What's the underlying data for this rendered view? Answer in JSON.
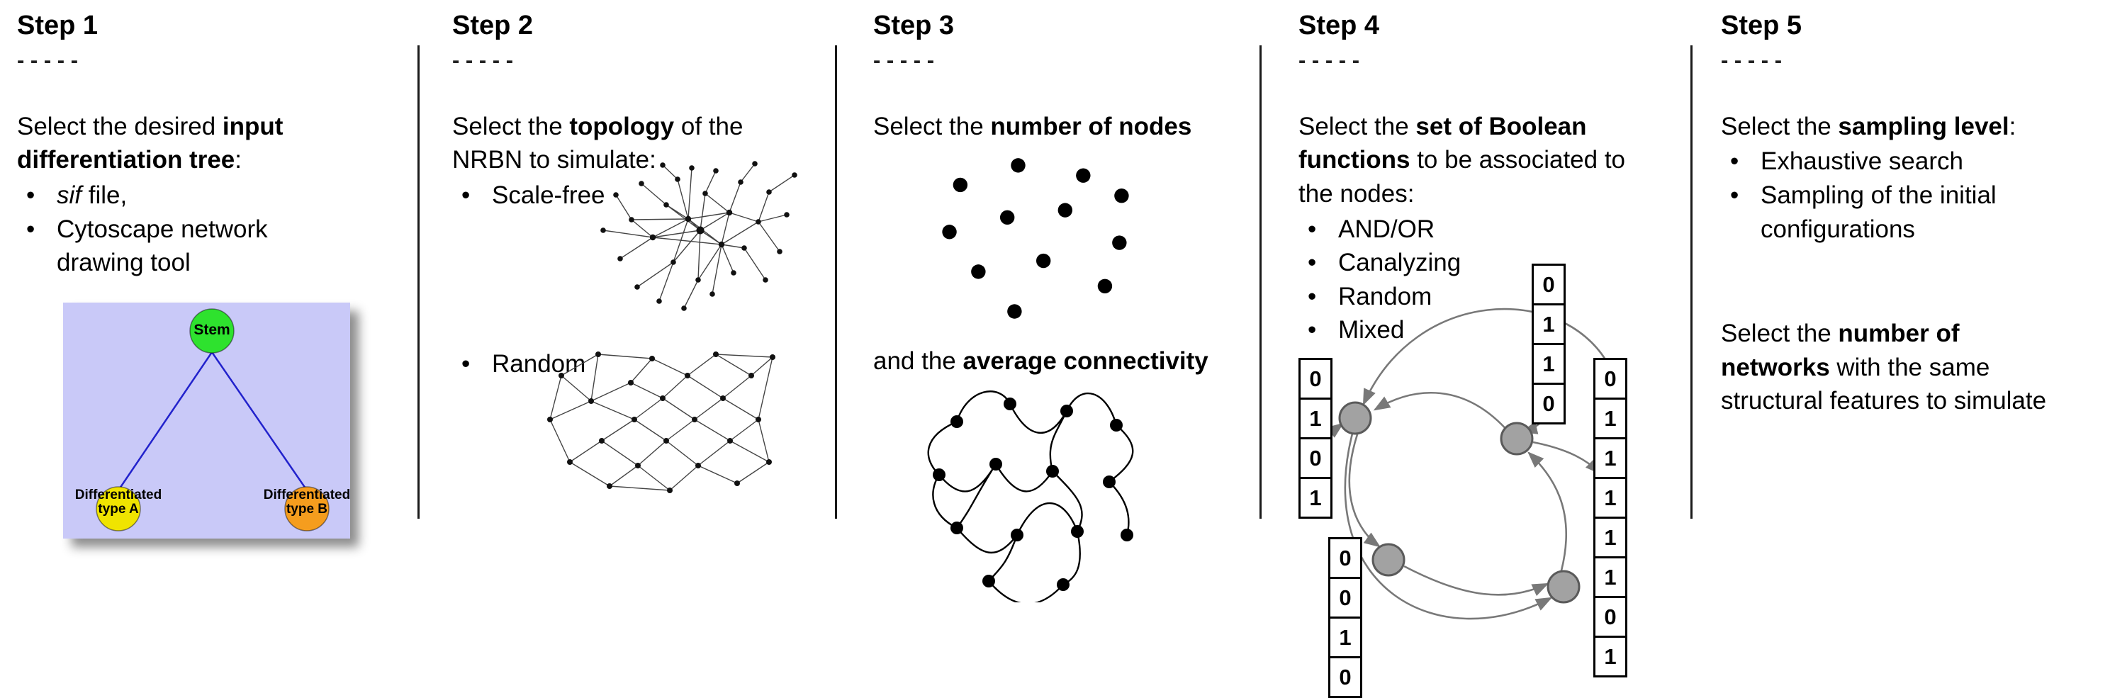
{
  "steps": [
    {
      "title": "Step 1",
      "dashes": "- - - - -",
      "intro": {
        "pre": "Select the desired ",
        "bold": "input differentiation tree",
        "post": ":"
      },
      "bullets": [
        {
          "italic": "sif",
          "rest": " file,"
        },
        {
          "text": "Cytoscape network drawing tool"
        }
      ],
      "tree": {
        "stem": "Stem",
        "left": "Differentiated type A",
        "right": "Differentiated type B",
        "colors": {
          "bg": "#c9c9f8",
          "stem": "#2ee22e",
          "left": "#f0e400",
          "right": "#f59d1e",
          "edge": "#2222cc"
        }
      }
    },
    {
      "title": "Step 2",
      "dashes": "- - - - -",
      "intro": {
        "pre": "Select the ",
        "bold": "topology",
        "post": " of the NRBN to simulate:"
      },
      "bullets": [
        {
          "text": "Scale-free"
        },
        {
          "text": "Random"
        }
      ]
    },
    {
      "title": "Step 3",
      "dashes": "- - - - -",
      "intro": {
        "pre": "Select the ",
        "bold": "number of nodes",
        "post": ""
      },
      "connectivity": {
        "pre": "and the ",
        "bold": "average connectivity"
      }
    },
    {
      "title": "Step 4",
      "dashes": "- - - - -",
      "intro": {
        "pre": "Select the ",
        "bold": "set of Boolean functions",
        "post": " to be associated to the nodes:"
      },
      "bullets": [
        {
          "text": "AND/OR"
        },
        {
          "text": "Canalyzing"
        },
        {
          "text": "Random"
        },
        {
          "text": "Mixed"
        }
      ],
      "tables": {
        "top": [
          "0",
          "1",
          "1",
          "0"
        ],
        "left": [
          "0",
          "1",
          "0",
          "1"
        ],
        "bottom": [
          "0",
          "0",
          "1",
          "0"
        ],
        "right": [
          "0",
          "1",
          "1",
          "1",
          "1",
          "1",
          "0",
          "1"
        ]
      }
    },
    {
      "title": "Step 5",
      "dashes": "- - - - -",
      "intro": {
        "pre": "Select the ",
        "bold": "sampling level",
        "post": ":"
      },
      "bullets": [
        {
          "text": "Exhaustive search"
        },
        {
          "text": "Sampling of the initial configurations"
        }
      ],
      "networks": {
        "l1_pre": "Select the ",
        "l1_bold": "number of",
        "l2_bold": "networks",
        "l2_post": " with the same",
        "l3": "structural features to simulate"
      }
    }
  ]
}
